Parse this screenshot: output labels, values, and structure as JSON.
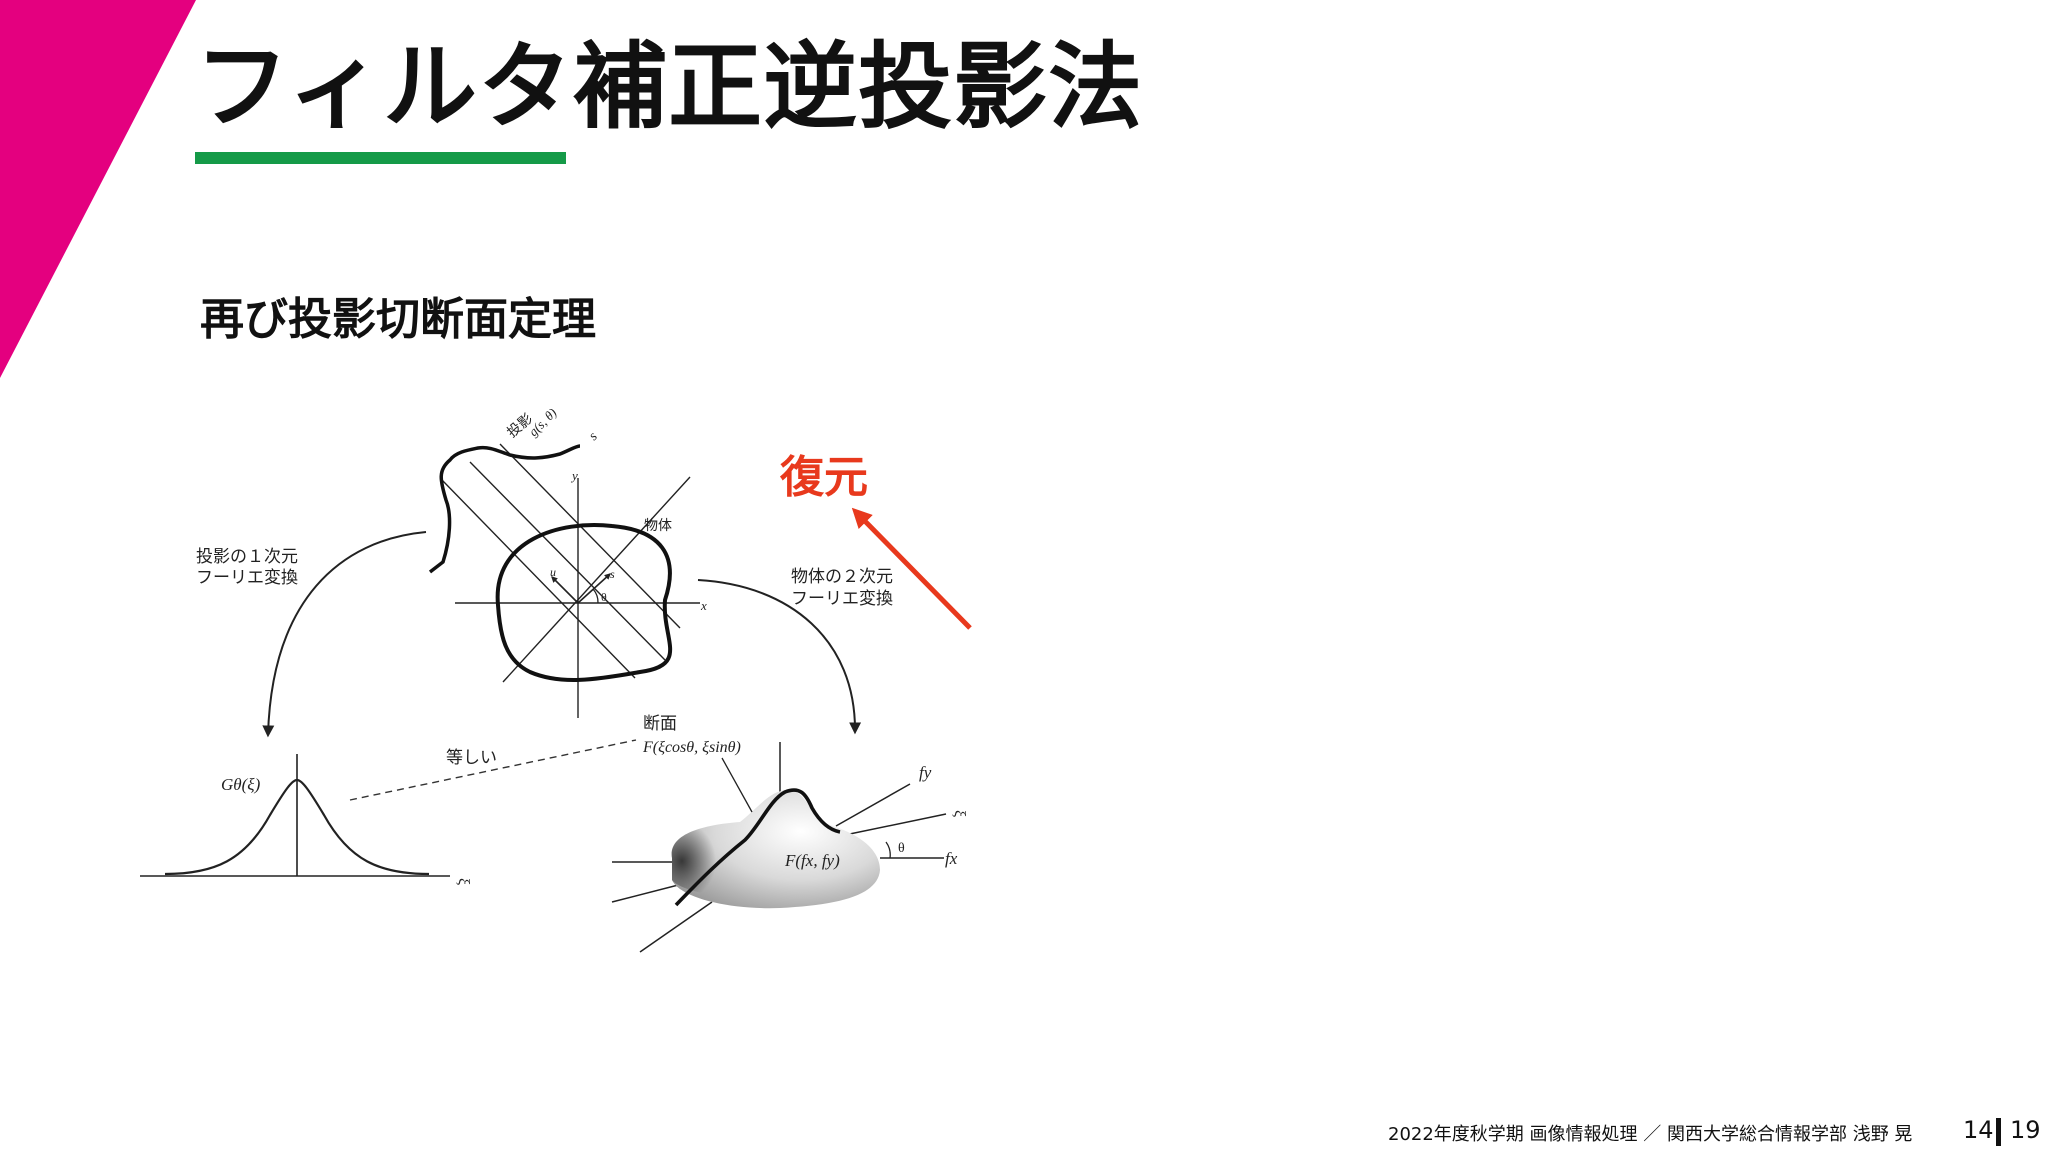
{
  "slide": {
    "title": "フィルタ補正逆投影法",
    "subtitle": "再び投影切断面定理",
    "accent_color": "#e4007f",
    "underline_color": "#159a48",
    "highlight_color": "#e8391d"
  },
  "diagram": {
    "object_axes": {
      "s": "s",
      "y": "y",
      "x": "x",
      "u": "u",
      "s2": "s",
      "theta": "θ"
    },
    "projection_label": "投影",
    "projection_func": "g(s, θ)",
    "object_label": "物体",
    "left_arrow_label": [
      "投影の１次元",
      "フーリエ変換"
    ],
    "right_arrow_label": [
      "物体の２次元",
      "フーリエ変換"
    ],
    "reconstruct_label": "復元",
    "equal_label": "等しい",
    "section_label": "断面",
    "section_func": "F(ξcosθ, ξsinθ)",
    "g_theta": "Gθ(ξ)",
    "xi": "ξ",
    "f_y": "fy",
    "f_x": "fx",
    "xi2": "ξ",
    "theta2": "θ",
    "surface_func": "F(fx, fy)"
  },
  "footer": {
    "credit": "2022年度秋学期  画像情報処理 ／  関西大学総合情報学部  浅野  晃",
    "page_current": "14",
    "page_total": "19"
  }
}
